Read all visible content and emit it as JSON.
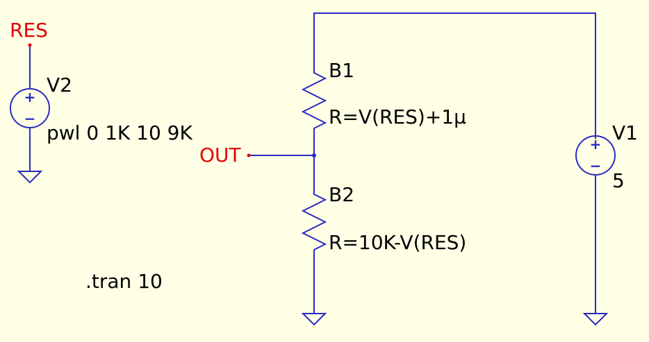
{
  "colors": {
    "background": "#FFFFE6",
    "wire": "#2A2AC4",
    "net_label": "#E00000",
    "text": "#000000"
  },
  "nets": {
    "res": "RES",
    "out": "OUT"
  },
  "components": {
    "v2": {
      "name": "V2",
      "value": "pwl 0 1K 10 9K",
      "plus": "+",
      "minus": "−"
    },
    "b1": {
      "name": "B1",
      "value": "R=V(RES)+1µ"
    },
    "b2": {
      "name": "B2",
      "value": "R=10K-V(RES)"
    },
    "v1": {
      "name": "V1",
      "value": "5",
      "plus": "+",
      "minus": "−"
    }
  },
  "directive": ".tran 10"
}
